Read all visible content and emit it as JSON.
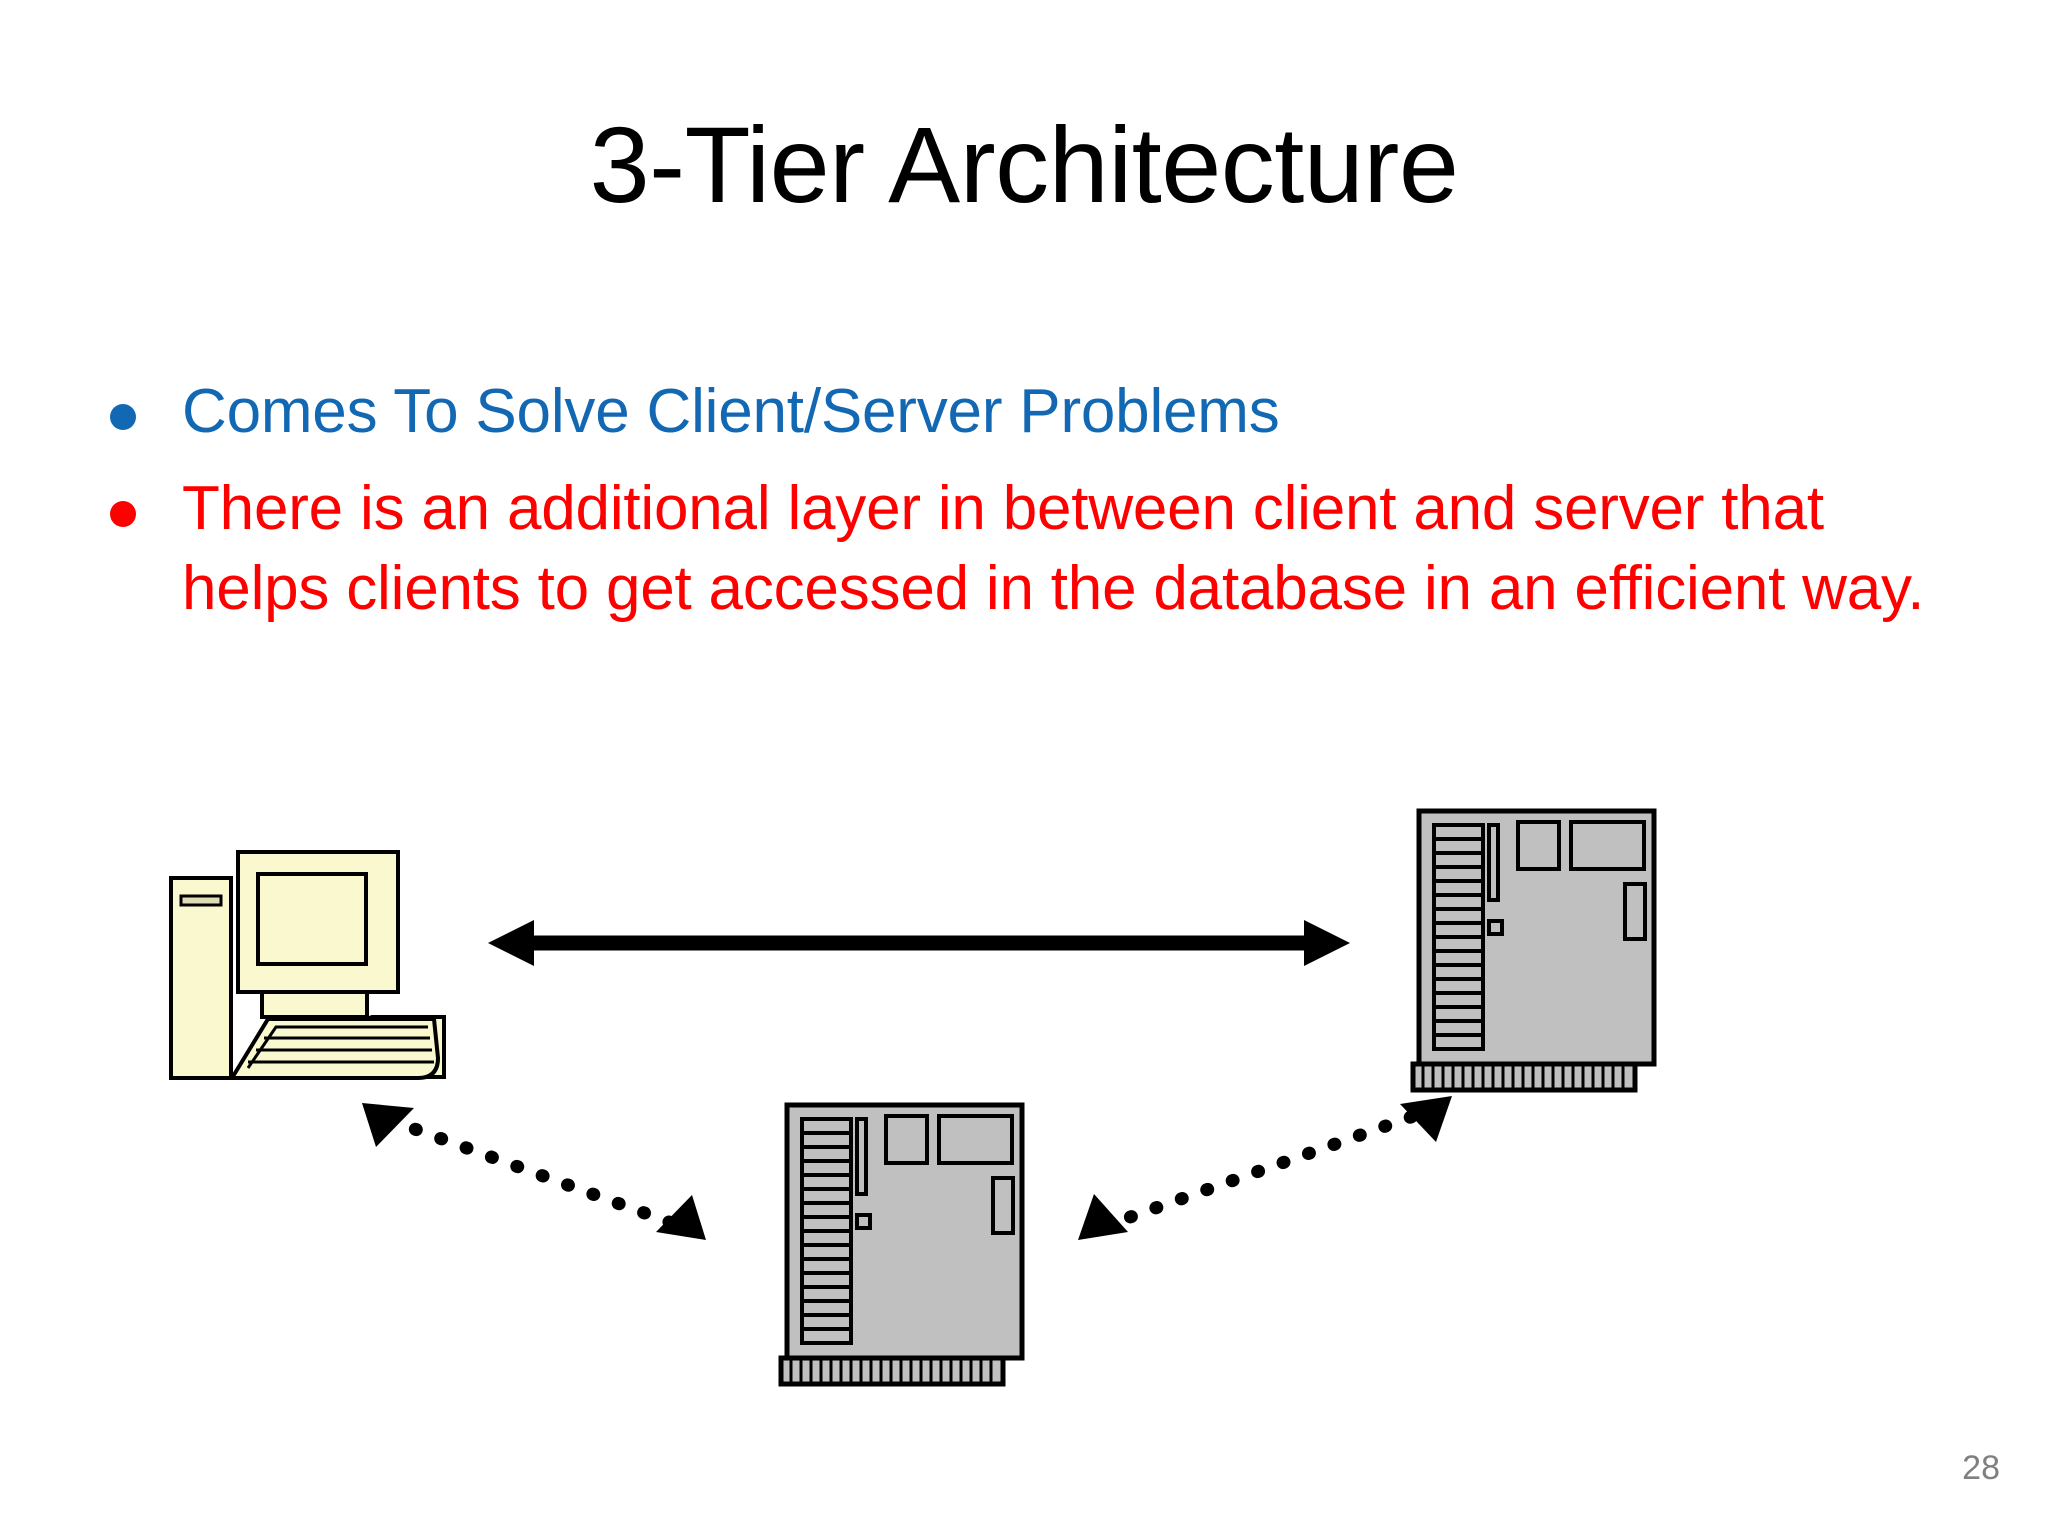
{
  "slide": {
    "title": "3-Tier Architecture",
    "page_number": "28",
    "background_color": "#FFFFFF"
  },
  "bullets": [
    {
      "text": "Comes To Solve Client/Server Problems",
      "color": "#1268B3",
      "marker": "bullet-disc"
    },
    {
      "text": "There is an additional layer in between client and server that helps clients to get accessed in the database in an efficient way.",
      "color": "#FF0000",
      "marker": "bullet-disc"
    }
  ],
  "diagram": {
    "nodes": [
      {
        "id": "client",
        "label": "client-computer",
        "icon": "desktop-computer-icon",
        "fill": "#FAF8CF",
        "stroke": "#000000",
        "position": "left"
      },
      {
        "id": "middle_tier",
        "label": "middle-tier-server",
        "icon": "server-tower-icon",
        "fill": "#C0C0C0",
        "stroke": "#000000",
        "position": "bottom-center"
      },
      {
        "id": "server",
        "label": "database-server",
        "icon": "server-tower-icon",
        "fill": "#C0C0C0",
        "stroke": "#000000",
        "position": "right"
      }
    ],
    "connectors": [
      {
        "id": "client-server-link",
        "from": "client",
        "to": "server",
        "style": "solid",
        "arrowheads": "both",
        "color": "#000000"
      },
      {
        "id": "client-middle-link",
        "from": "client",
        "to": "middle_tier",
        "style": "dotted",
        "arrowheads": "both",
        "color": "#000000"
      },
      {
        "id": "middle-server-link",
        "from": "middle_tier",
        "to": "server",
        "style": "dotted",
        "arrowheads": "both",
        "color": "#000000"
      }
    ]
  }
}
